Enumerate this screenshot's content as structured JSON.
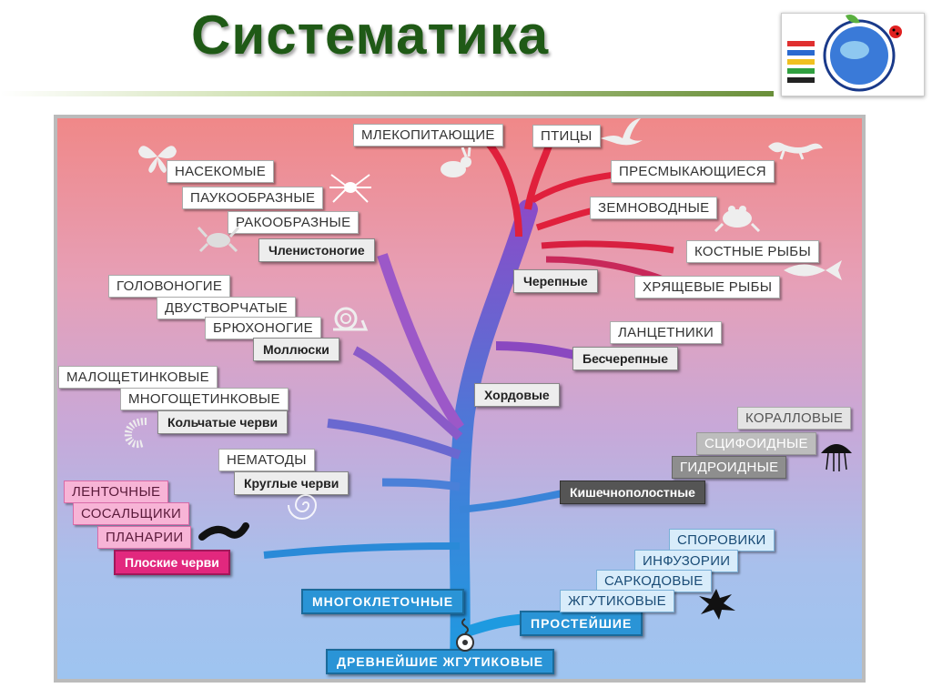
{
  "title": "Систематика",
  "trunk": {
    "base": "ДРЕВНЕЙШИЕ ЖГУТИКОВЫЕ",
    "multicell": "МНОГОКЛЕТОЧНЫЕ",
    "protozoa": "ПРОСТЕЙШИЕ"
  },
  "protozoa": [
    "СПОРОВИКИ",
    "ИНФУЗОРИИ",
    "САРКОДОВЫЕ",
    "ЖГУТИКОВЫЕ"
  ],
  "coelenterates": {
    "group": "Кишечнополостные",
    "items": [
      "КОРАЛЛОВЫЕ",
      "СЦИФОИДНЫЕ",
      "ГИДРОИДНЫЕ"
    ]
  },
  "flatworms": {
    "group": "Плоские черви",
    "items": [
      "ЛЕНТОЧНЫЕ",
      "СОСАЛЬЩИКИ",
      "ПЛАНАРИИ"
    ]
  },
  "roundworms": {
    "group": "Круглые черви",
    "items": [
      "НЕМАТОДЫ"
    ]
  },
  "annelids": {
    "group": "Кольчатые черви",
    "items": [
      "МАЛОЩЕТИНКОВЫЕ",
      "МНОГОЩЕТИНКОВЫЕ"
    ]
  },
  "molluscs": {
    "group": "Моллюски",
    "items": [
      "ГОЛОВОНОГИЕ",
      "ДВУСТВОРЧАТЫЕ",
      "БРЮХОНОГИЕ"
    ]
  },
  "arthropods": {
    "group": "Членистоногие",
    "items": [
      "НАСЕКОМЫЕ",
      "ПАУКООБРАЗНЫЕ",
      "РАКООБРАЗНЫЕ"
    ]
  },
  "chordates": {
    "group": "Хордовые",
    "acrania": {
      "group": "Бесчерепные",
      "items": [
        "ЛАНЦЕТНИКИ"
      ]
    },
    "craniata": {
      "group": "Черепные",
      "items": [
        "МЛЕКОПИТАЮЩИЕ",
        "ПТИЦЫ",
        "ПРЕСМЫКАЮЩИЕСЯ",
        "ЗЕМНОВОДНЫЕ",
        "КОСТНЫЕ РЫБЫ",
        "ХРЯЩЕВЫЕ РЫБЫ"
      ]
    }
  },
  "colors": {
    "title": "#1f5a16",
    "trunk": "#2a8ad6",
    "branch_purple": "#8a4cc8",
    "branch_red": "#e0203c"
  }
}
